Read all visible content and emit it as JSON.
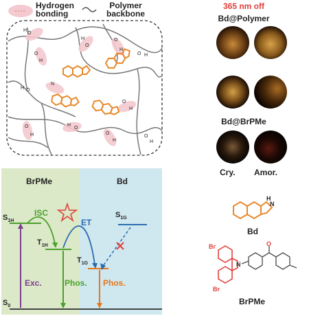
{
  "legend": {
    "hbond_label": "Hydrogen\nbonding",
    "backbone_label": "Polymer\nbackbone"
  },
  "molecule_labels": {
    "oh": "O",
    "h": "H",
    "nh": "N"
  },
  "energy": {
    "brpme_title": "BrPMe",
    "bd_title": "Bd",
    "s1h": "S",
    "s1h_sub": "1H",
    "t1h": "T",
    "t1h_sub": "1H",
    "s1g": "S",
    "s1g_sub": "1G",
    "t1g": "T",
    "t1g_sub": "1G",
    "s0": "S",
    "s0_sub": "0",
    "isc": "ISC",
    "et": "ET",
    "exc": "Exc.",
    "phos_left": "Phos.",
    "phos_right": "Phos.",
    "colors": {
      "green_panel": "#dbe9c8",
      "blue_panel": "#cfe7ee",
      "purple": "#7b3f8f",
      "green": "#4aa02c",
      "orange": "#e8751a",
      "blue": "#2a6db0",
      "red": "#e0403a"
    }
  },
  "photos": {
    "header": "365 nm off",
    "group1": "Bd@Polymer",
    "group2": "Bd@BrPMe",
    "cry": "Cry.",
    "amor": "Amor."
  },
  "structures": {
    "bd_label": "Bd",
    "bd_nh": "H",
    "bd_n": "N",
    "brpme_label": "BrPMe",
    "br_top": "Br",
    "br_bottom": "Br",
    "n_atom": "N",
    "o_atom": "O"
  }
}
